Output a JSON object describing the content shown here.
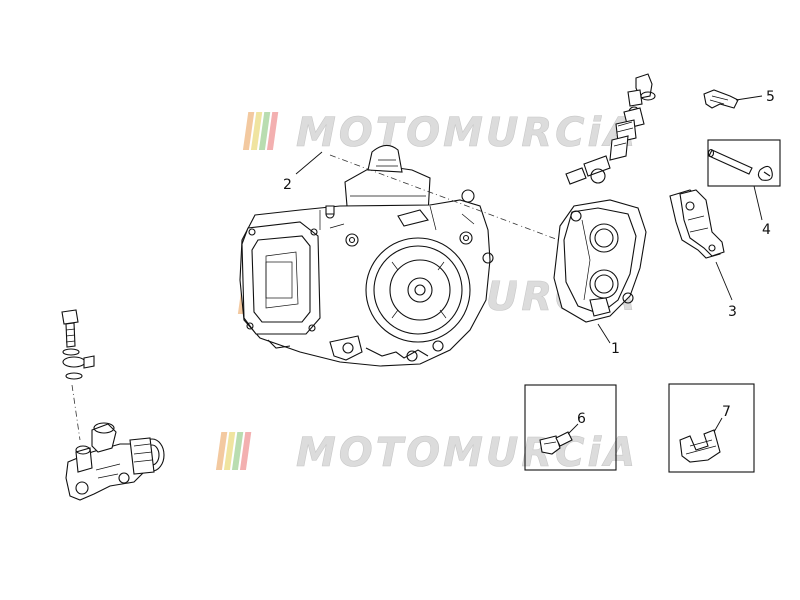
{
  "watermark": {
    "text": "MOTOMURCiA",
    "stripe_colors": [
      "#f3c9a0",
      "#f0e4a0",
      "#b9ddb0",
      "#f3b0b0"
    ]
  },
  "callouts": [
    {
      "id": "1",
      "label": "1"
    },
    {
      "id": "2",
      "label": "2"
    },
    {
      "id": "3",
      "label": "3"
    },
    {
      "id": "4",
      "label": "4"
    },
    {
      "id": "5",
      "label": "5"
    },
    {
      "id": "6",
      "label": "6"
    },
    {
      "id": "7",
      "label": "7"
    }
  ]
}
